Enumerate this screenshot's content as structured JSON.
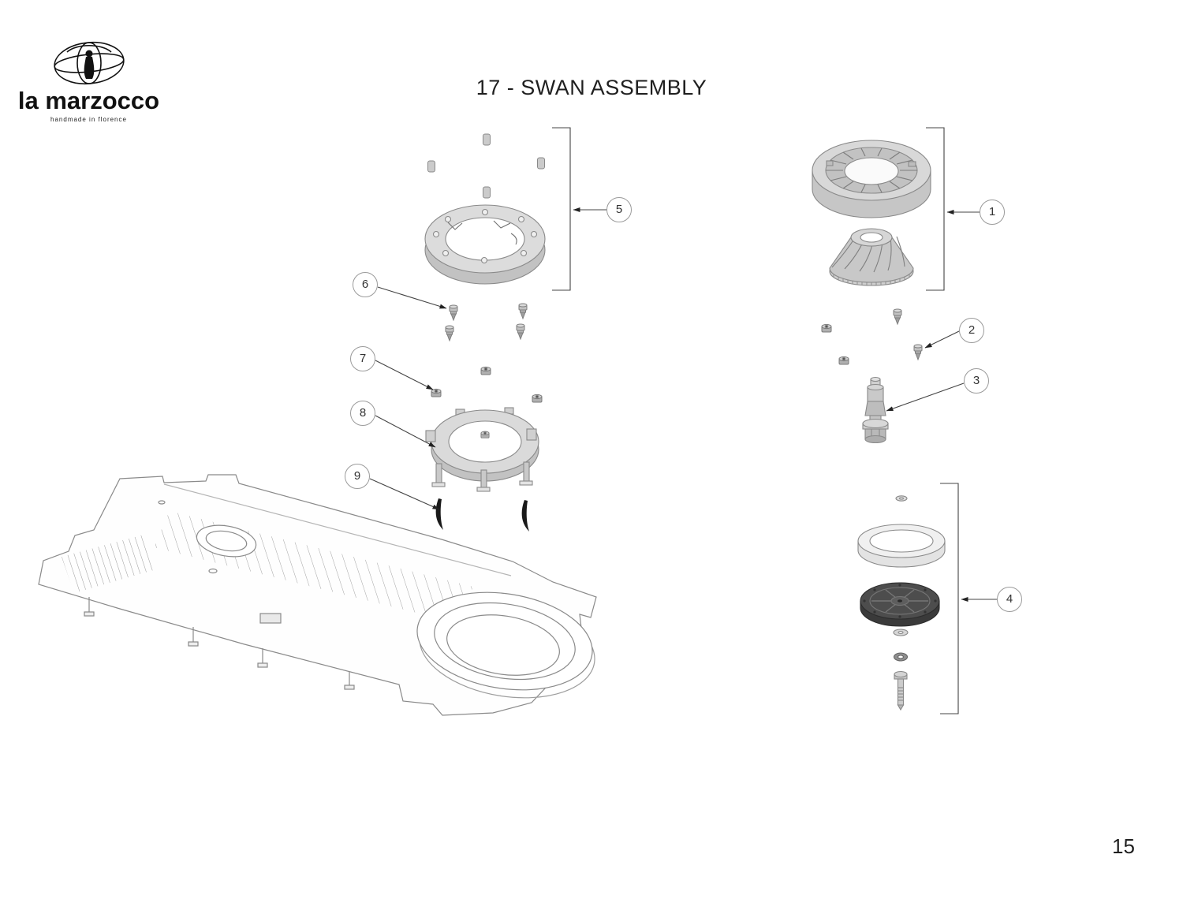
{
  "page": {
    "title": "17 - SWAN ASSEMBLY",
    "page_number": "15"
  },
  "logo": {
    "brand": "la marzocco",
    "tagline": "handmade in florence"
  },
  "callouts": [
    {
      "label": "1"
    },
    {
      "label": "2"
    },
    {
      "label": "3"
    },
    {
      "label": "4"
    },
    {
      "label": "5"
    },
    {
      "label": "6"
    },
    {
      "label": "7"
    },
    {
      "label": "8"
    },
    {
      "label": "9"
    }
  ],
  "colors": {
    "line": "#8a8a8a",
    "leader": "#444444",
    "fill_light": "#d9d9d9",
    "fill_mid": "#c0c0c0",
    "fill_dark": "#4a4a4a",
    "blade": "#1a1a1a",
    "callout_border": "#9a9a9a",
    "text": "#1f1f1f"
  }
}
